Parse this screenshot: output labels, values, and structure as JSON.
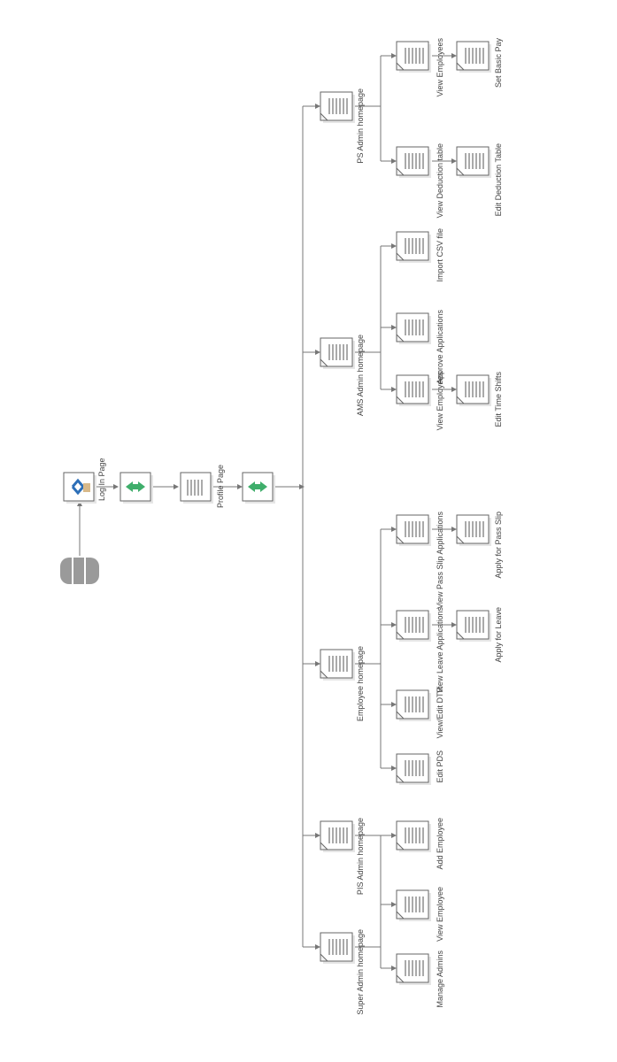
{
  "diagram": {
    "database_icon": "database-icon",
    "login": {
      "label": "Log In Page",
      "icon": "login-page-icon"
    },
    "transfer_1": {
      "icon": "transfer-arrows-icon"
    },
    "profile": {
      "label": "Profile Page",
      "icon": "document-icon"
    },
    "transfer_2": {
      "icon": "transfer-arrows-icon"
    },
    "homepages": [
      {
        "label": "Super Admin homepage",
        "children": [
          {
            "label": "Manage Admins"
          },
          {
            "label": "View Employee"
          }
        ]
      },
      {
        "label": "PIS Admin homepage",
        "children": [
          {
            "label": "Add Employee"
          }
        ]
      },
      {
        "label": "Employee homepage",
        "children": [
          {
            "label": "Edit PDS"
          },
          {
            "label": "View/Edit DTR"
          },
          {
            "label": "View Leave Applications",
            "sub": "Apply for Leave"
          },
          {
            "label": "View Pass Slip Applications",
            "sub": "Apply for Pass Slip"
          }
        ]
      },
      {
        "label": "AMS Admin homepage",
        "children": [
          {
            "label": "View Employees",
            "sub": "Edit Time Shifts"
          },
          {
            "label": "Approve Applications"
          },
          {
            "label": "Import CSV file"
          }
        ]
      },
      {
        "label": "PS Admin homepage",
        "children": [
          {
            "label": "View Deduction table",
            "sub": "Edit Deduction Table"
          },
          {
            "label": "View Employees",
            "sub": "Set Basic Pay"
          }
        ]
      }
    ]
  },
  "colors": {
    "line": "#777777",
    "accent_green": "#3fae6b",
    "accent_blue": "#2d6fb8",
    "accent_tan": "#d8b98a",
    "db_gray": "#9a9a9a"
  }
}
